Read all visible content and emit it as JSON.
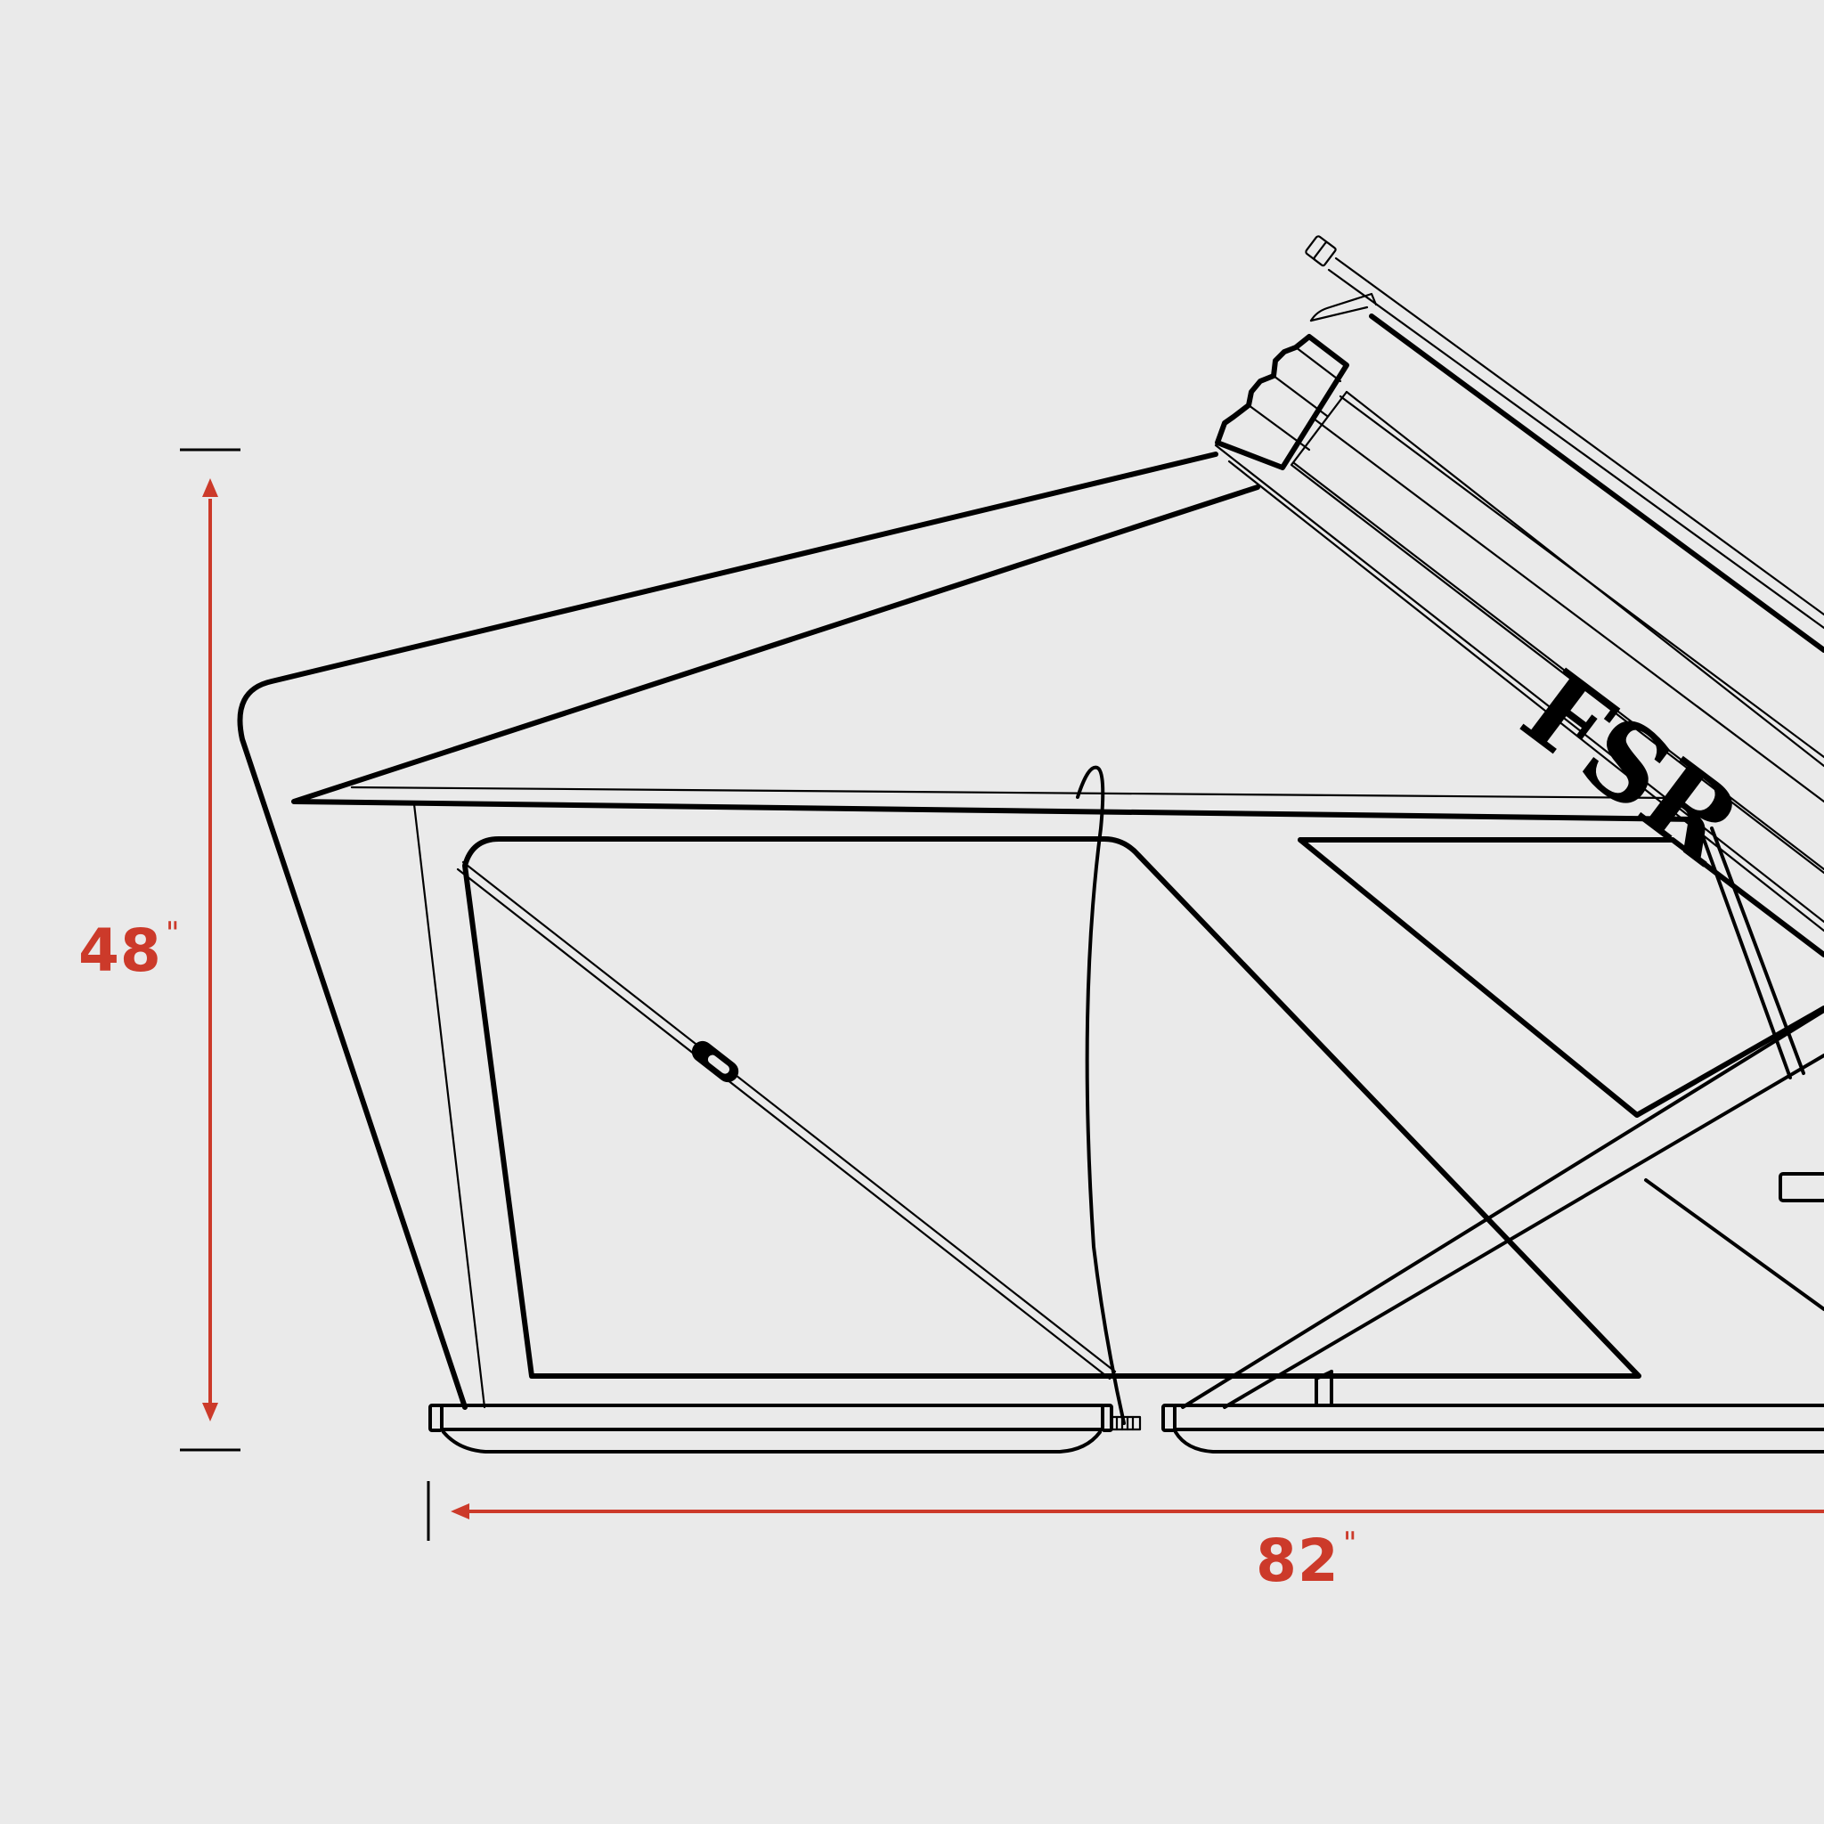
{
  "diagram": {
    "subject": "rooftop tent side profile (open)",
    "brand_mark": "FSR",
    "colors": {
      "background": "#eaeaea",
      "line": "#000000",
      "dimension": "#cc3a2a"
    }
  },
  "dimensions": {
    "height": {
      "value": "48",
      "unit": "\"",
      "orientation": "vertical"
    },
    "length": {
      "value": "82",
      "unit": "\"",
      "orientation": "horizontal"
    }
  }
}
